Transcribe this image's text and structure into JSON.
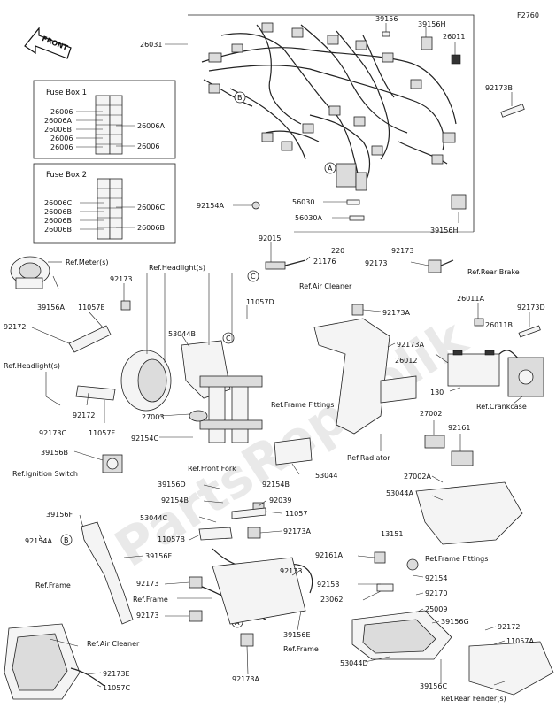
{
  "diagram_code": "F2760",
  "front_arrow": {
    "label": "FRONT"
  },
  "watermark": "PartsRepublik",
  "fuse_box_1": {
    "title": "Fuse Box 1",
    "left_labels": [
      "26006",
      "26006A",
      "26006B",
      "26006",
      "26006"
    ],
    "right_labels": [
      "26006A",
      "26006"
    ]
  },
  "fuse_box_2": {
    "title": "Fuse Box 2",
    "left_labels": [
      "26006C",
      "26006B",
      "26006B",
      "26006B"
    ],
    "right_labels": [
      "26006C",
      "26006B"
    ]
  },
  "callouts": [
    "A",
    "B",
    "C"
  ],
  "part_numbers": {
    "p26031": "26031",
    "p39156": "39156",
    "p39156H_top": "39156H",
    "p26011": "26011",
    "p92173B": "92173B",
    "p92154A": "92154A",
    "p56030": "56030",
    "p56030A": "56030A",
    "p39156H": "39156H",
    "p92015": "92015",
    "p220": "220",
    "p21176": "21176",
    "p92173_a": "92173",
    "p92173_b": "92173",
    "p92173_mtr": "92173",
    "p39156A": "39156A",
    "p11057E": "11057E",
    "p92172_l": "92172",
    "p11057D": "11057D",
    "p53044B": "53044B",
    "p92173A_1": "92173A",
    "p92173A_2": "92173A",
    "p26011A": "26011A",
    "p92173D": "92173D",
    "p26011B": "26011B",
    "p26012": "26012",
    "p130": "130",
    "p92173C": "92173C",
    "p92172_m": "92172",
    "p11057F": "11057F",
    "p27003": "27003",
    "p92154C": "92154C",
    "p39156B": "39156B",
    "p27002": "27002",
    "p92161": "92161",
    "p53044": "53044",
    "p27002A": "27002A",
    "p53044A": "53044A",
    "p39156D": "39156D",
    "p92154B_1": "92154B",
    "p92154B_2": "92154B",
    "p92039": "92039",
    "p11057": "11057",
    "p53044C": "53044C",
    "p39156F_1": "39156F",
    "p11057B": "11057B",
    "p92173A_3": "92173A",
    "p39156F_2": "39156F",
    "p13151": "13151",
    "p92154A_2": "92154A",
    "p92161A": "92161A",
    "p92154": "92154",
    "p92173_c": "92173",
    "p92173_d": "92173",
    "p92153": "92153",
    "p92170": "92170",
    "p23062": "23062",
    "p25009": "25009",
    "p92173_e": "92173",
    "p39156E": "39156E",
    "p39156G": "39156G",
    "p92172_r": "92172",
    "p11057A": "11057A",
    "p53044D": "53044D",
    "p92173A_4": "92173A",
    "p92173E": "92173E",
    "p11057C": "11057C",
    "p39156C": "39156C"
  },
  "refs": {
    "meter": "Ref.Meter(s)",
    "headlight_top": "Ref.Headlight(s)",
    "headlight_left": "Ref.Headlight(s)",
    "air_cleaner_top": "Ref.Air Cleaner",
    "rear_brake": "Ref.Rear Brake",
    "crankcase": "Ref.Crankcase",
    "frame_fittings_top": "Ref.Frame Fittings",
    "front_fork": "Ref.Front Fork",
    "radiator": "Ref.Radiator",
    "ignition_switch": "Ref.Ignition Switch",
    "frame_left": "Ref.Frame",
    "frame_fittings_right": "Ref.Frame Fittings",
    "frame_mid": "Ref.Frame",
    "frame_bottom": "Ref.Frame",
    "air_cleaner_bottom": "Ref.Air Cleaner",
    "rear_fenders": "Ref.Rear Fender(s)"
  }
}
